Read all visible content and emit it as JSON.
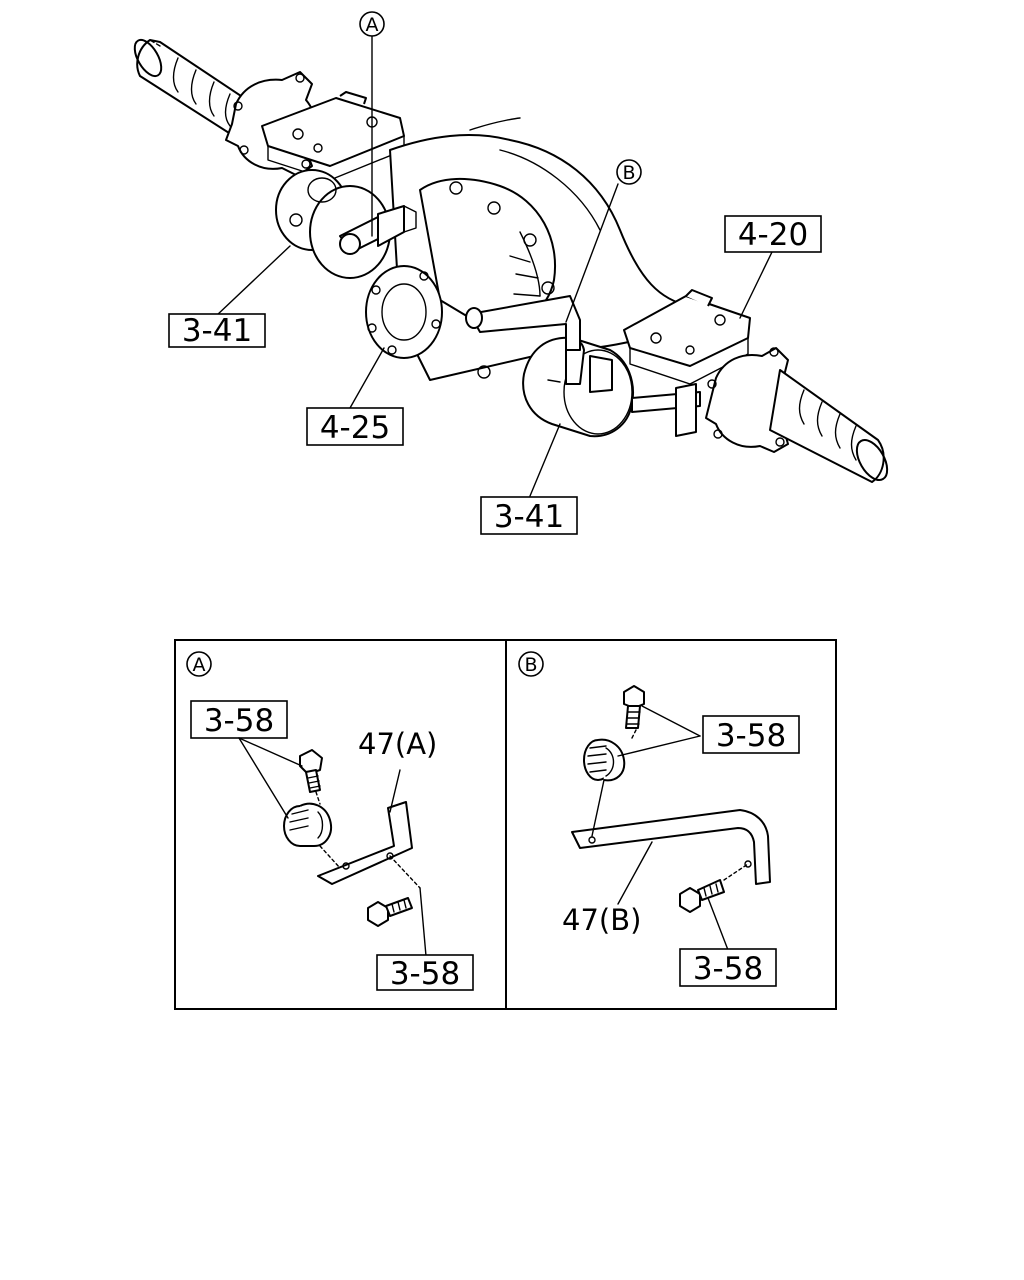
{
  "callouts": {
    "circle_a_main": "A",
    "circle_b_main": "B",
    "ref_3_41_left": "3-41",
    "ref_4_20": "4-20",
    "ref_4_25": "4-25",
    "ref_3_41_bottom": "3-41"
  },
  "detail_a": {
    "marker": "A",
    "ref_top": "3-58",
    "part_label": "47(A)",
    "ref_bottom": "3-58"
  },
  "detail_b": {
    "marker": "B",
    "ref_top": "3-58",
    "part_label": "47(B)",
    "ref_bottom": "3-58"
  }
}
